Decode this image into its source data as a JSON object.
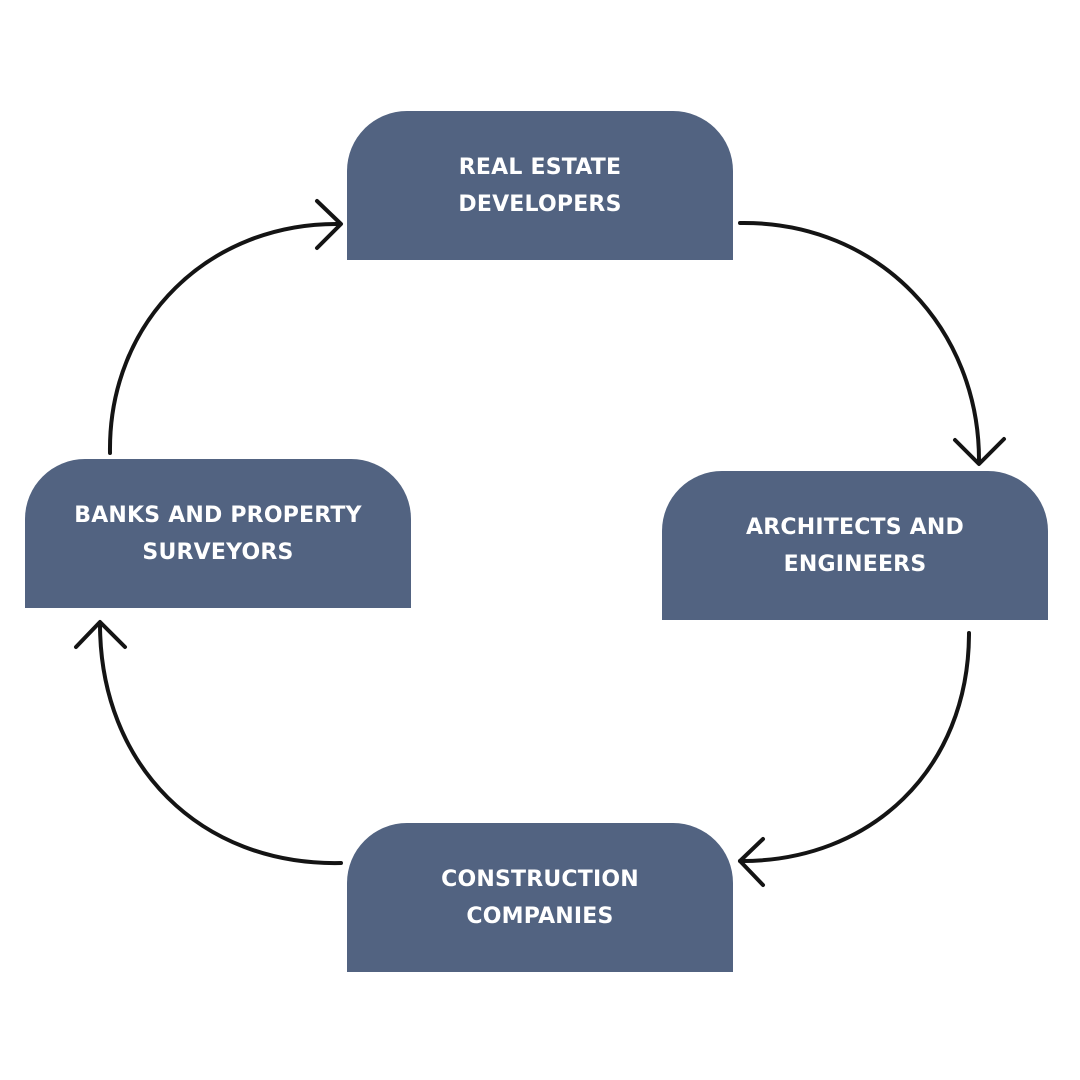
{
  "nodes": {
    "top": {
      "line1": "REAL ESTATE",
      "line2": "DEVELOPERS"
    },
    "right": {
      "line1": "ARCHITECTS AND",
      "line2": "ENGINEERS"
    },
    "bottom": {
      "line1": "CONSTRUCTION",
      "line2": "COMPANIES"
    },
    "left": {
      "line1": "BANKS AND PROPERTY",
      "line2": "SURVEYORS"
    }
  },
  "colors": {
    "node_fill": "#526381",
    "node_text": "#ffffff",
    "arrow": "#141414",
    "background": "#ffffff"
  },
  "cycle_order": [
    "top",
    "right",
    "bottom",
    "left"
  ]
}
